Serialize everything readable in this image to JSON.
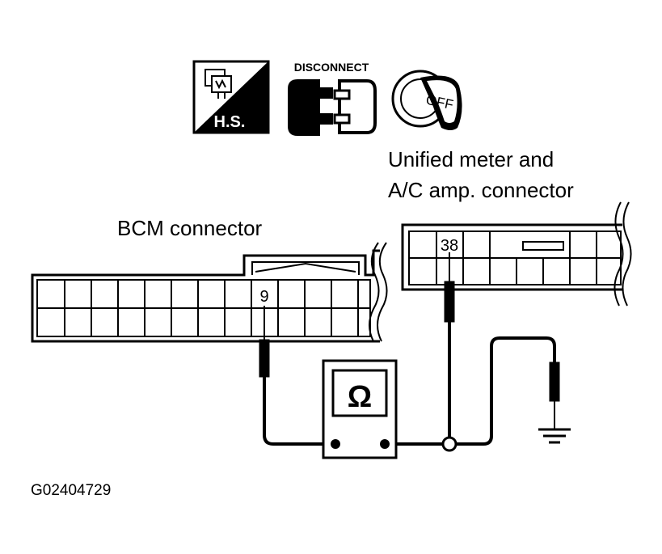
{
  "icons": {
    "hs_label": "H.S.",
    "disconnect_label": "DISCONNECT",
    "key_label": "OFF"
  },
  "bcm": {
    "label": "BCM connector",
    "pin": "9"
  },
  "meter": {
    "label_line1": "Unified meter and",
    "label_line2": "A/C amp. connector",
    "pin": "38"
  },
  "ohmmeter": {
    "symbol": "Ω"
  },
  "figure_code": "G02404729"
}
